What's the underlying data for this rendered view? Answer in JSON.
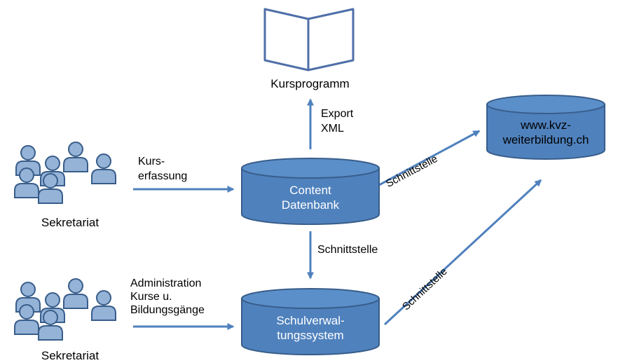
{
  "nodes": {
    "catalog": {
      "label": "Kursprogramm",
      "icon": "open-book-icon"
    },
    "content_db": {
      "label": "Content\nDatenbank",
      "shape": "cylinder"
    },
    "web_db": {
      "label": "www.kvz-\nweiterbildung.ch",
      "shape": "cylinder"
    },
    "school_db": {
      "label": "Schulverwal-\ntungssystem",
      "shape": "cylinder"
    },
    "secretariat_top": {
      "label": "Sekretariat",
      "icon": "people-group-icon"
    },
    "secretariat_bottom": {
      "label": "Sekretariat",
      "icon": "people-group-icon"
    }
  },
  "edges": {
    "export": {
      "label": "Export\nXML"
    },
    "kurserfassung": {
      "label": "Kurs-\nerfassung"
    },
    "schnittstelle_down": {
      "label": "Schnittstelle"
    },
    "schnittstelle_web": {
      "label": "Schnittstelle"
    },
    "schnittstelle_school_web": {
      "label": "Schnittstelle"
    },
    "administration": {
      "label": "Administration\nKurse u.\nBildungsgänge"
    }
  },
  "colors": {
    "fill": "#4f81bd",
    "stroke": "#385d8a",
    "cylinder_top": "#5b8fc9",
    "person_fill": "#95b3d7",
    "arrow": "#4f81bd",
    "book_stroke": "#4f6fa8"
  }
}
